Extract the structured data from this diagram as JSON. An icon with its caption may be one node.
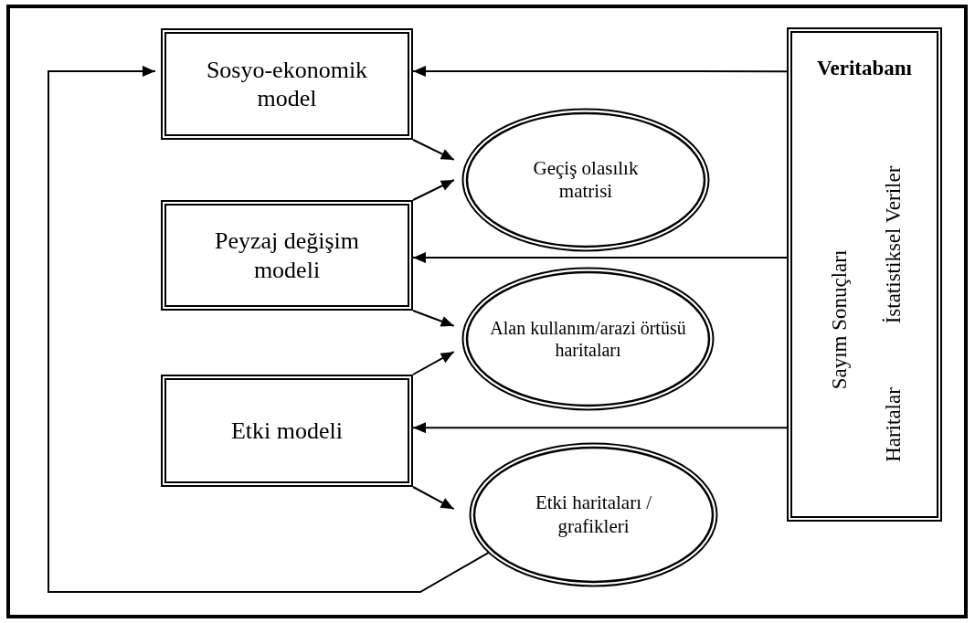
{
  "diagram": {
    "nodes": [
      {
        "text": [
          "Sosyo-ekonomik model"
        ]
      },
      {
        "text": [
          "Geçiş olasılık matrisi"
        ]
      },
      {
        "text": [
          "Peyzaj değişim modeli"
        ]
      },
      {
        "text": [
          "Alan kullanım/arazi örtüsü haritaları"
        ]
      },
      {
        "text": [
          "Etki modeli"
        ]
      },
      {
        "text": [
          "Etki haritaları / grafikleri"
        ]
      },
      {
        "text": [
          "Veritabanı",
          "Sayım Sonuçları",
          "Haritalar",
          "İstatistiksel Veriler"
        ]
      }
    ],
    "edges": [
      {
        "from": 6,
        "to": 0,
        "arrow": "to"
      },
      {
        "from": 6,
        "to": 2,
        "arrow": "to"
      },
      {
        "from": 6,
        "to": 4,
        "arrow": "to"
      },
      {
        "from": 0,
        "to": 1,
        "arrow": "to"
      },
      {
        "from": 2,
        "to": 1,
        "arrow": "to"
      },
      {
        "from": 2,
        "to": 3,
        "arrow": "to"
      },
      {
        "from": 4,
        "to": 3,
        "arrow": "to"
      },
      {
        "from": 4,
        "to": 5,
        "arrow": "to"
      },
      {
        "from": 5,
        "to": 0,
        "arrow": "to"
      }
    ]
  }
}
